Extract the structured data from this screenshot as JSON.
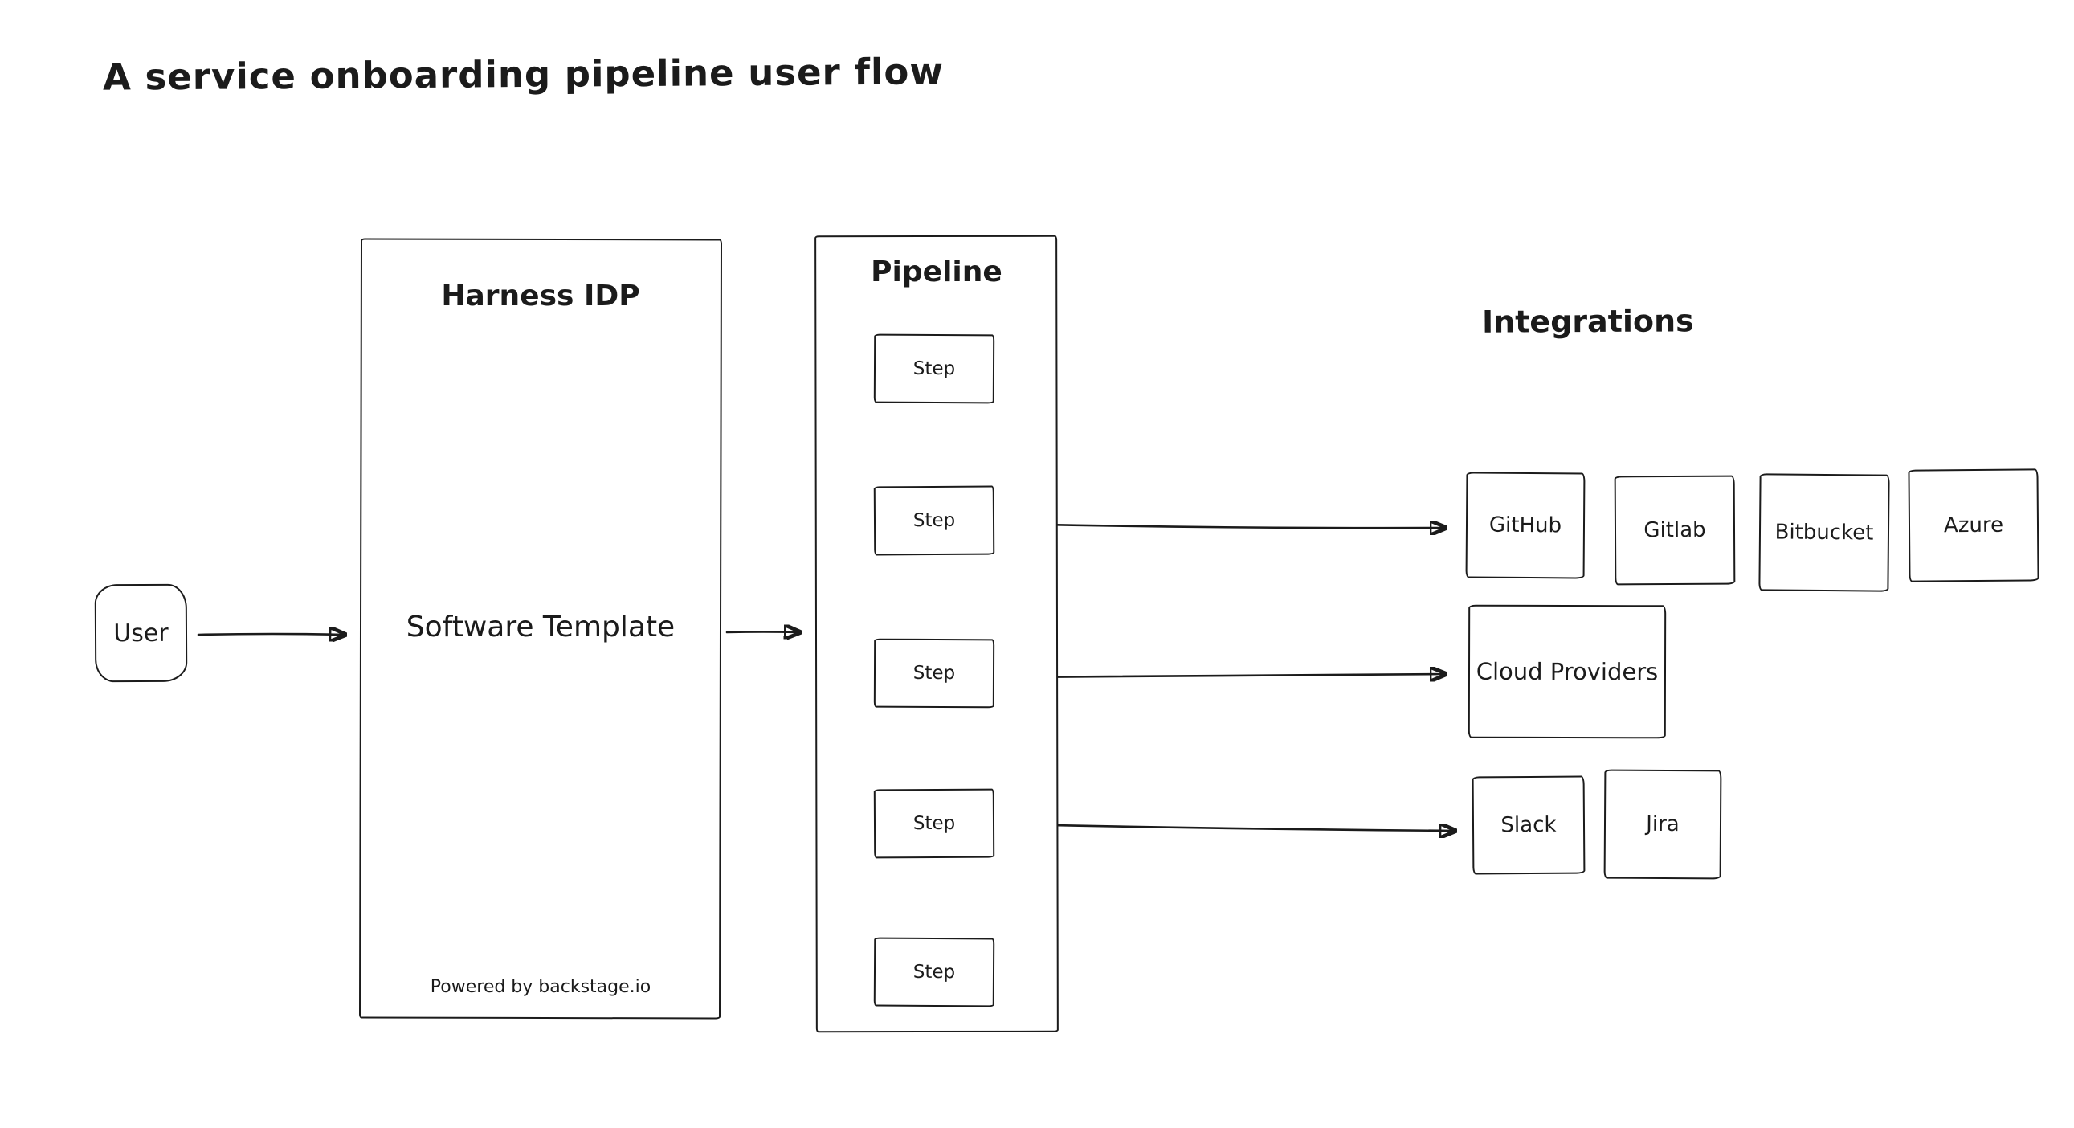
{
  "title": "A service onboarding pipeline user flow",
  "nodes": {
    "user": {
      "label": "User"
    },
    "harness": {
      "title": "Harness IDP",
      "center_label": "Software Template",
      "footer": "Powered by backstage.io"
    },
    "pipeline": {
      "title": "Pipeline",
      "steps": [
        "Step",
        "Step",
        "Step",
        "Step",
        "Step"
      ]
    },
    "integrations": {
      "title": "Integrations",
      "scm_row": [
        {
          "label": "GitHub"
        },
        {
          "label": "Gitlab"
        },
        {
          "label": "Bitbucket"
        },
        {
          "label": "Azure"
        }
      ],
      "cloud_row": [
        {
          "label": "Cloud Providers"
        }
      ],
      "tools_row": [
        {
          "label": "Slack"
        },
        {
          "label": "Jira"
        }
      ]
    }
  },
  "connectors": [
    "user-to-harness",
    "harness-to-pipeline",
    "step1-to-step2",
    "step2-to-step3",
    "step3-to-step4",
    "step4-to-step5",
    "step2-to-github",
    "step3-to-cloud-providers",
    "step4-to-slack"
  ],
  "colors": {
    "stroke": "#1b1b1b",
    "background": "#ffffff"
  }
}
